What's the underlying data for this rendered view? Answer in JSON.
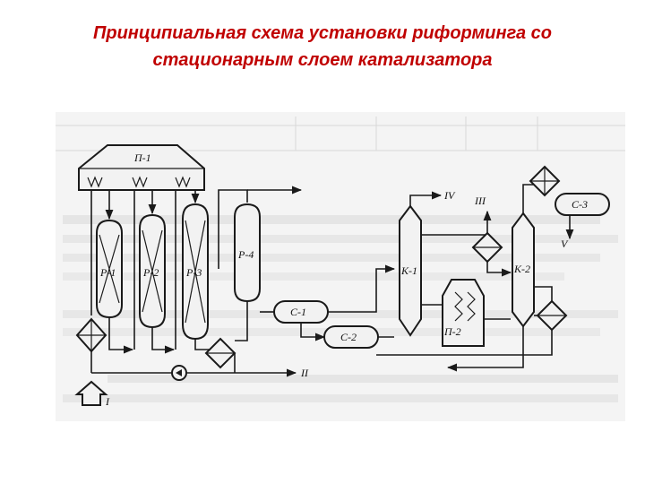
{
  "title": {
    "line1": "Принципиальная схема установки риформинга со",
    "line2": "стационарным слоем катализатора",
    "color": "#c00000"
  },
  "diagram": {
    "furnace1": "П-1",
    "furnace2": "П-2",
    "reactors": [
      "Р-1",
      "Р-2",
      "Р-3",
      "Р-4"
    ],
    "separators": [
      "С-1",
      "С-2",
      "С-3"
    ],
    "columns": [
      "К-1",
      "К-2"
    ],
    "streams": [
      "I",
      "II",
      "III",
      "IV",
      "V"
    ]
  }
}
